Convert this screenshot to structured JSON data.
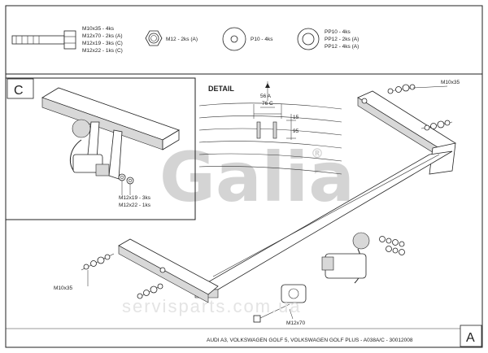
{
  "header": {
    "bolt_spec_lines": [
      "M10x35 - 4ks",
      "M12x70 - 2ks (A)",
      "M12x19 - 3ks (C)",
      "M12x22 - 1ks (C)"
    ],
    "nut_label": "M12 - 2ks (A)",
    "washer_label": "P10 - 4ks",
    "pp_washer_lines": [
      "PP10 - 4ks",
      "PP12 - 2ks (A)",
      "PP12 - 4ks (A)"
    ]
  },
  "view_c": {
    "marker": "C",
    "bolt_lines": [
      "M12x19 - 3ks",
      "M12x22 - 1ks"
    ]
  },
  "detail": {
    "title": "DETAIL",
    "dims": [
      "56 A",
      "76 C",
      "15",
      "95"
    ]
  },
  "logo": {
    "text": "Galia",
    "registered": "®"
  },
  "main_view": {
    "label_m10_top": "M10x35",
    "label_m10_left": "M10x35",
    "label_m12": "M12x70",
    "marker": "A"
  },
  "footer": {
    "caption": "AUDI A3, VOLKSWAGEN GOLF 5, VOLKSWAGEN GOLF PLUS - A038A/C - 30012008"
  },
  "watermark": {
    "text": "servisparts.com.ua"
  }
}
